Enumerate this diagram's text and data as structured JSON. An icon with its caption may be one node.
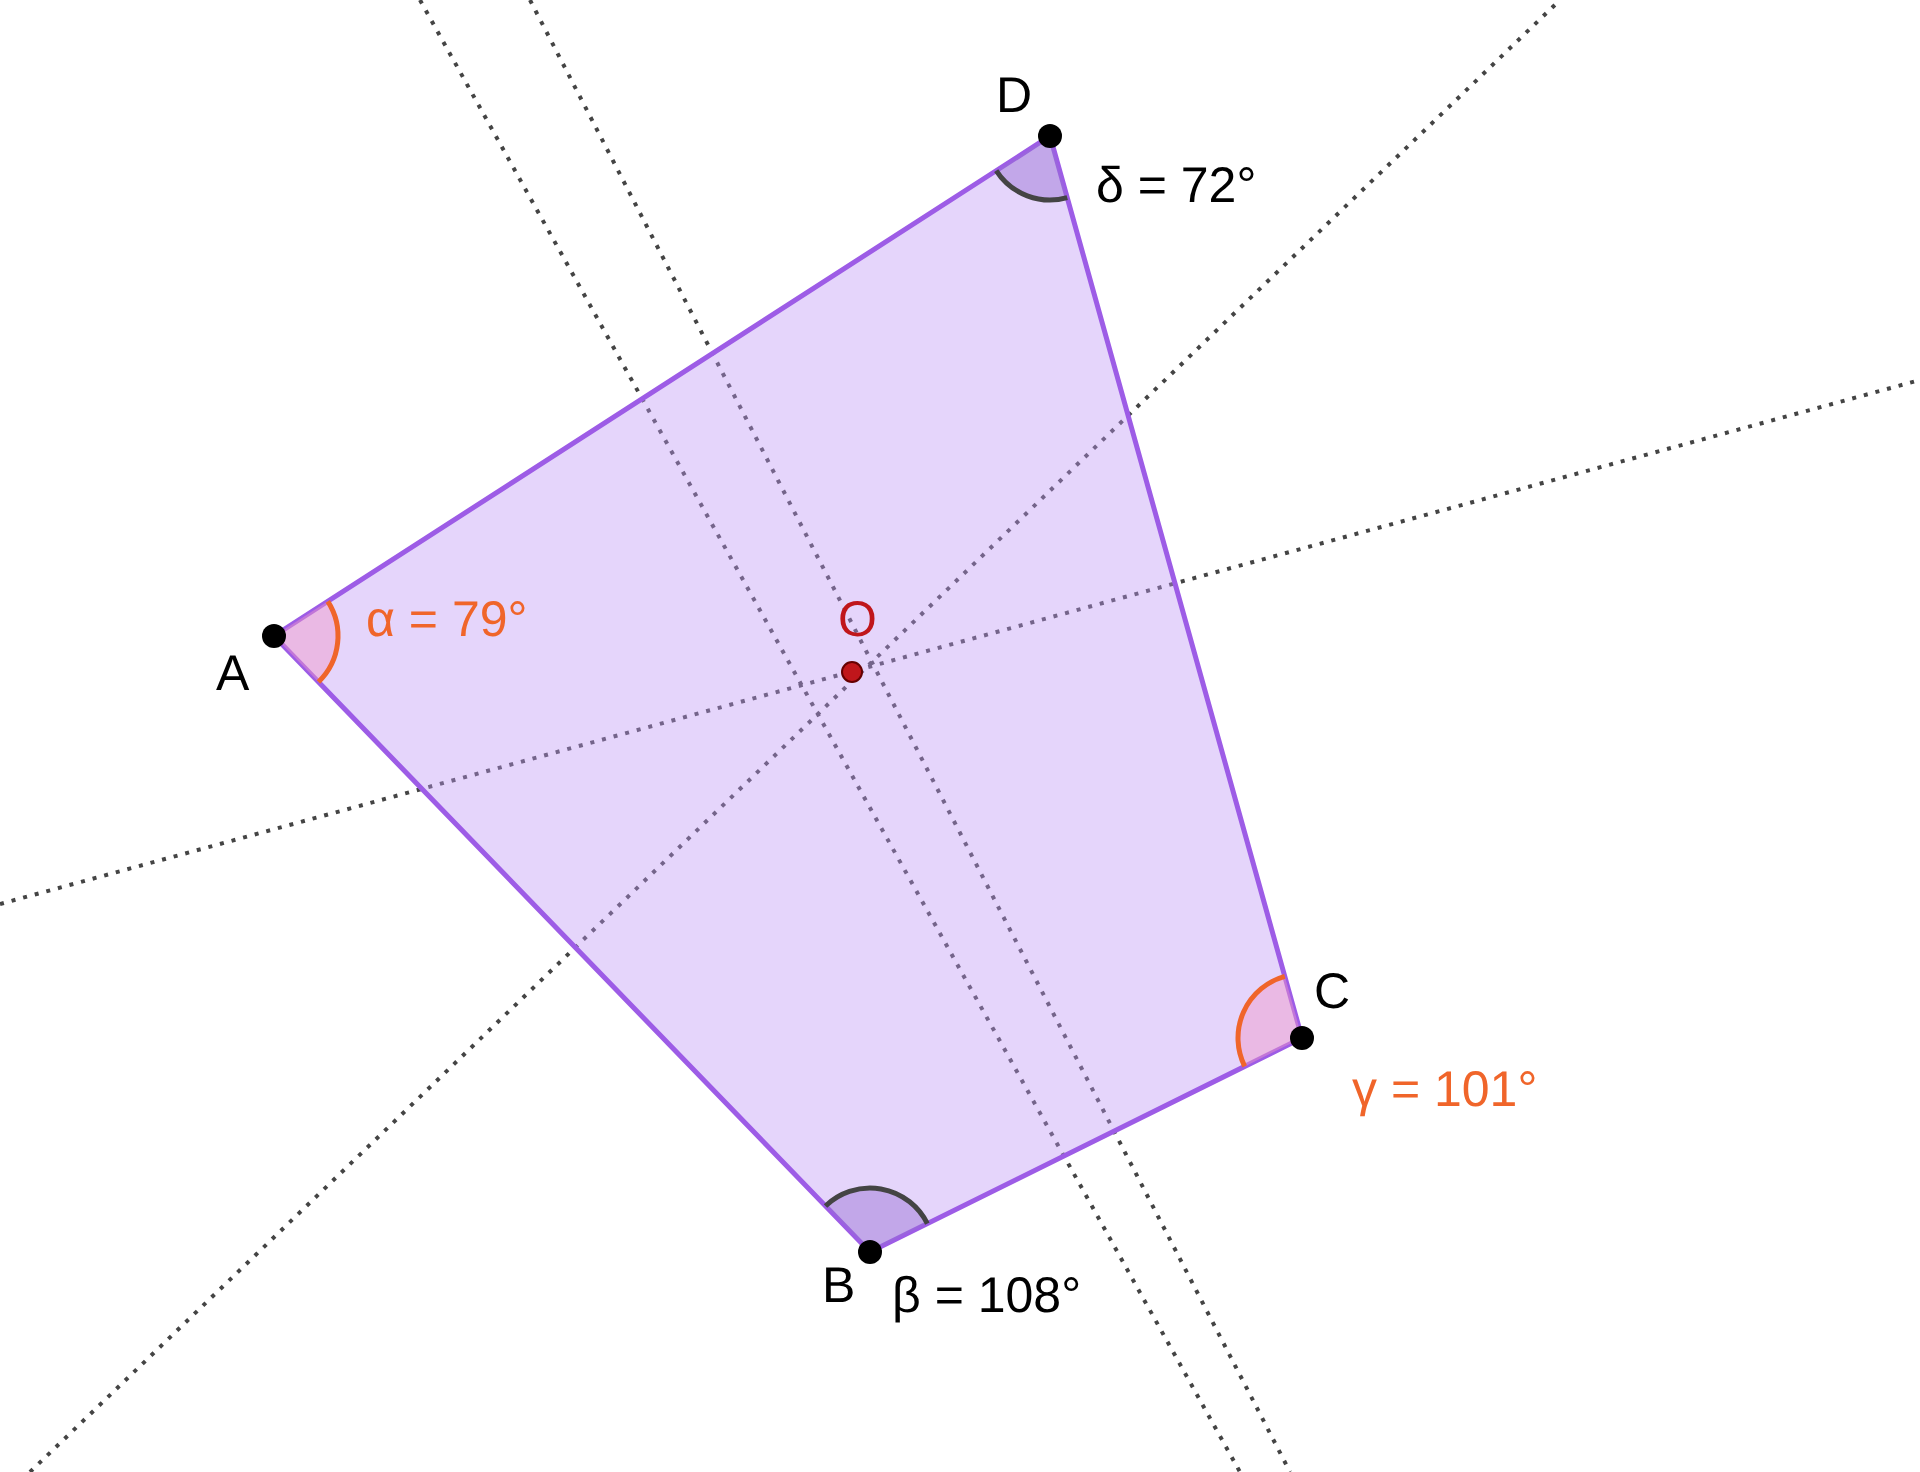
{
  "diagram": {
    "labels": [
      "D",
      "δ = 72°",
      "A",
      "α = 79°",
      "O",
      "C",
      "γ = 101°",
      "B",
      "β = 108°"
    ]
  }
}
